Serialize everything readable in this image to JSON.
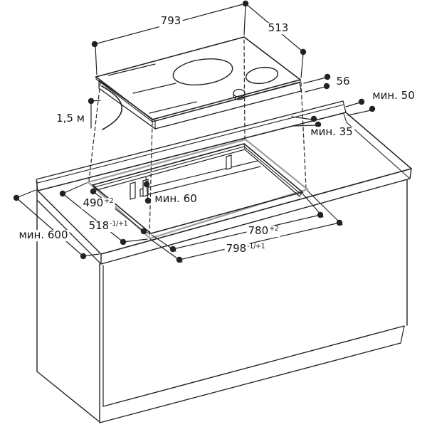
{
  "diagram": {
    "subject": "hob-installation-dimension-drawing",
    "background": "#ffffff",
    "line_color": "#222222",
    "hob_footprint_color": "#9d9d9d",
    "dimensions": {
      "appliance_width": {
        "text": "793"
      },
      "appliance_depth": {
        "text": "513"
      },
      "appliance_height": {
        "text": "56"
      },
      "min_rear_clearance": {
        "text": "мин. 50"
      },
      "min_worktop_thickness": {
        "text": "мин. 35"
      },
      "cable_length": {
        "text": "1,5 м"
      },
      "min_clearance_below": {
        "text": "мин. 60"
      },
      "cutout_depth": {
        "base": "490",
        "sup": "+2"
      },
      "appliance_body_depth": {
        "base": "518",
        "sup": "-1/+1"
      },
      "min_worktop_depth": {
        "text": "мин. 600"
      },
      "cutout_width": {
        "base": "780",
        "sup": "+2"
      },
      "appliance_body_width": {
        "base": "798",
        "sup": "-1/+1"
      }
    }
  }
}
